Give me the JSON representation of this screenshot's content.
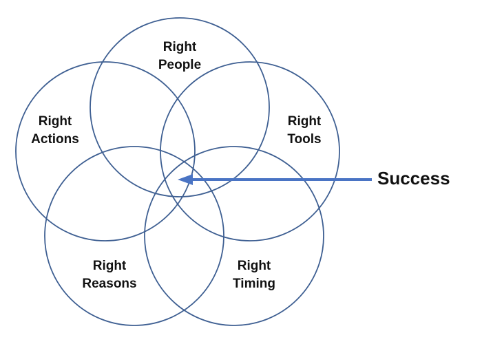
{
  "diagram": {
    "circles": [
      {
        "line1": "Right",
        "line2": "People"
      },
      {
        "line1": "Right",
        "line2": "Actions"
      },
      {
        "line1": "Right",
        "line2": "Tools"
      },
      {
        "line1": "Right",
        "line2": "Reasons"
      },
      {
        "line1": "Right",
        "line2": "Timing"
      }
    ],
    "result_label": "Success",
    "colors": {
      "circle_stroke": "#3e5f92",
      "arrow": "#4a74c4",
      "text": "#111111"
    }
  }
}
